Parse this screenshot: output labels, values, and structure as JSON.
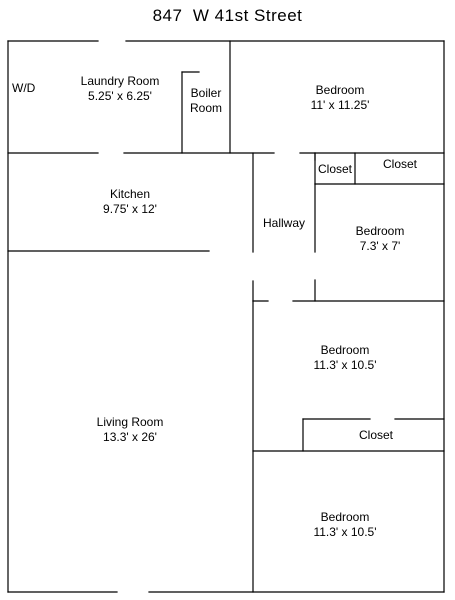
{
  "title": "847  W 41st Street",
  "rooms": {
    "wd": {
      "name": "W/D"
    },
    "laundry": {
      "name": "Laundry Room",
      "size": "5.25' x 6.25'"
    },
    "boiler": {
      "name_line1": "Boiler",
      "name_line2": "Room"
    },
    "bedroom_top": {
      "name": "Bedroom",
      "size": "11' x 11.25'"
    },
    "kitchen": {
      "name": "Kitchen",
      "size": "9.75' x 12'"
    },
    "hallway": {
      "name": "Hallway"
    },
    "closet_small": {
      "name": "Closet"
    },
    "closet_top_right": {
      "name": "Closet"
    },
    "bedroom_mid_small": {
      "name": "Bedroom",
      "size": "7.3' x 7'"
    },
    "bedroom_mid": {
      "name": "Bedroom",
      "size": "11.3' x 10.5'"
    },
    "living": {
      "name": "Living Room",
      "size": "13.3' x 26'"
    },
    "closet_lower": {
      "name": "Closet"
    },
    "bedroom_bottom": {
      "name": "Bedroom",
      "size": "11.3' x 10.5'"
    }
  },
  "colors": {
    "wall": "#000000",
    "background": "#ffffff"
  }
}
